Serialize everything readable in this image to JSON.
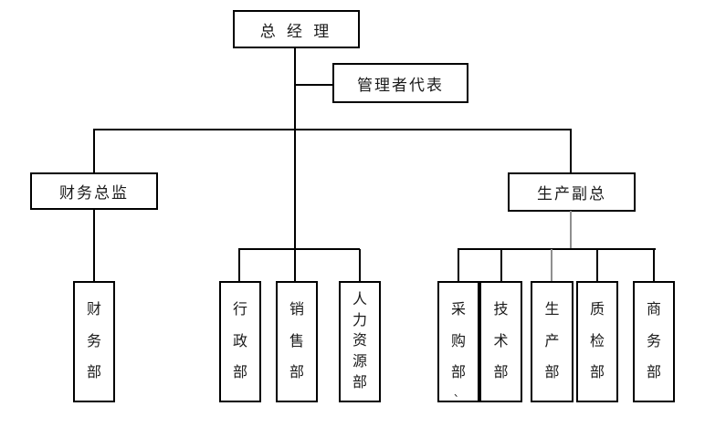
{
  "diagram": {
    "type": "org-chart",
    "nodes": {
      "gm": {
        "id": "general-manager",
        "label": "总 经 理"
      },
      "rep": {
        "id": "management-representative",
        "label": "管理者代表"
      },
      "fin_dir": {
        "id": "finance-director",
        "label": "财务总监"
      },
      "prod_vp": {
        "id": "production-vp",
        "label": "生产副总"
      }
    },
    "departments": [
      {
        "id": "finance",
        "label": "财务部",
        "parent": "finance-director"
      },
      {
        "id": "admin",
        "label": "行政部",
        "parent": "general-manager"
      },
      {
        "id": "sales",
        "label": "销售部",
        "parent": "general-manager"
      },
      {
        "id": "hr",
        "label": "人力资源部",
        "parent": "general-manager"
      },
      {
        "id": "purchasing",
        "label": "采购部",
        "parent": "production-vp",
        "stray_mark": "、"
      },
      {
        "id": "tech",
        "label": "技术部",
        "parent": "production-vp"
      },
      {
        "id": "production",
        "label": "生产部",
        "parent": "production-vp"
      },
      {
        "id": "qc",
        "label": "质检部",
        "parent": "production-vp"
      },
      {
        "id": "business",
        "label": "商务部",
        "parent": "production-vp"
      }
    ],
    "hierarchy": [
      {
        "from": "general-manager",
        "to": "management-representative",
        "style": "staff"
      },
      {
        "from": "general-manager",
        "to": "finance-director"
      },
      {
        "from": "general-manager",
        "to": "production-vp"
      },
      {
        "from": "general-manager",
        "to": "admin"
      },
      {
        "from": "general-manager",
        "to": "sales"
      },
      {
        "from": "general-manager",
        "to": "hr"
      },
      {
        "from": "finance-director",
        "to": "finance"
      },
      {
        "from": "production-vp",
        "to": "purchasing"
      },
      {
        "from": "production-vp",
        "to": "tech"
      },
      {
        "from": "production-vp",
        "to": "production"
      },
      {
        "from": "production-vp",
        "to": "qc"
      },
      {
        "from": "production-vp",
        "to": "business"
      }
    ],
    "colors": {
      "line": "#000000",
      "grey_line": "#8f8f8f",
      "border": "#000000",
      "background": "#ffffff"
    }
  }
}
